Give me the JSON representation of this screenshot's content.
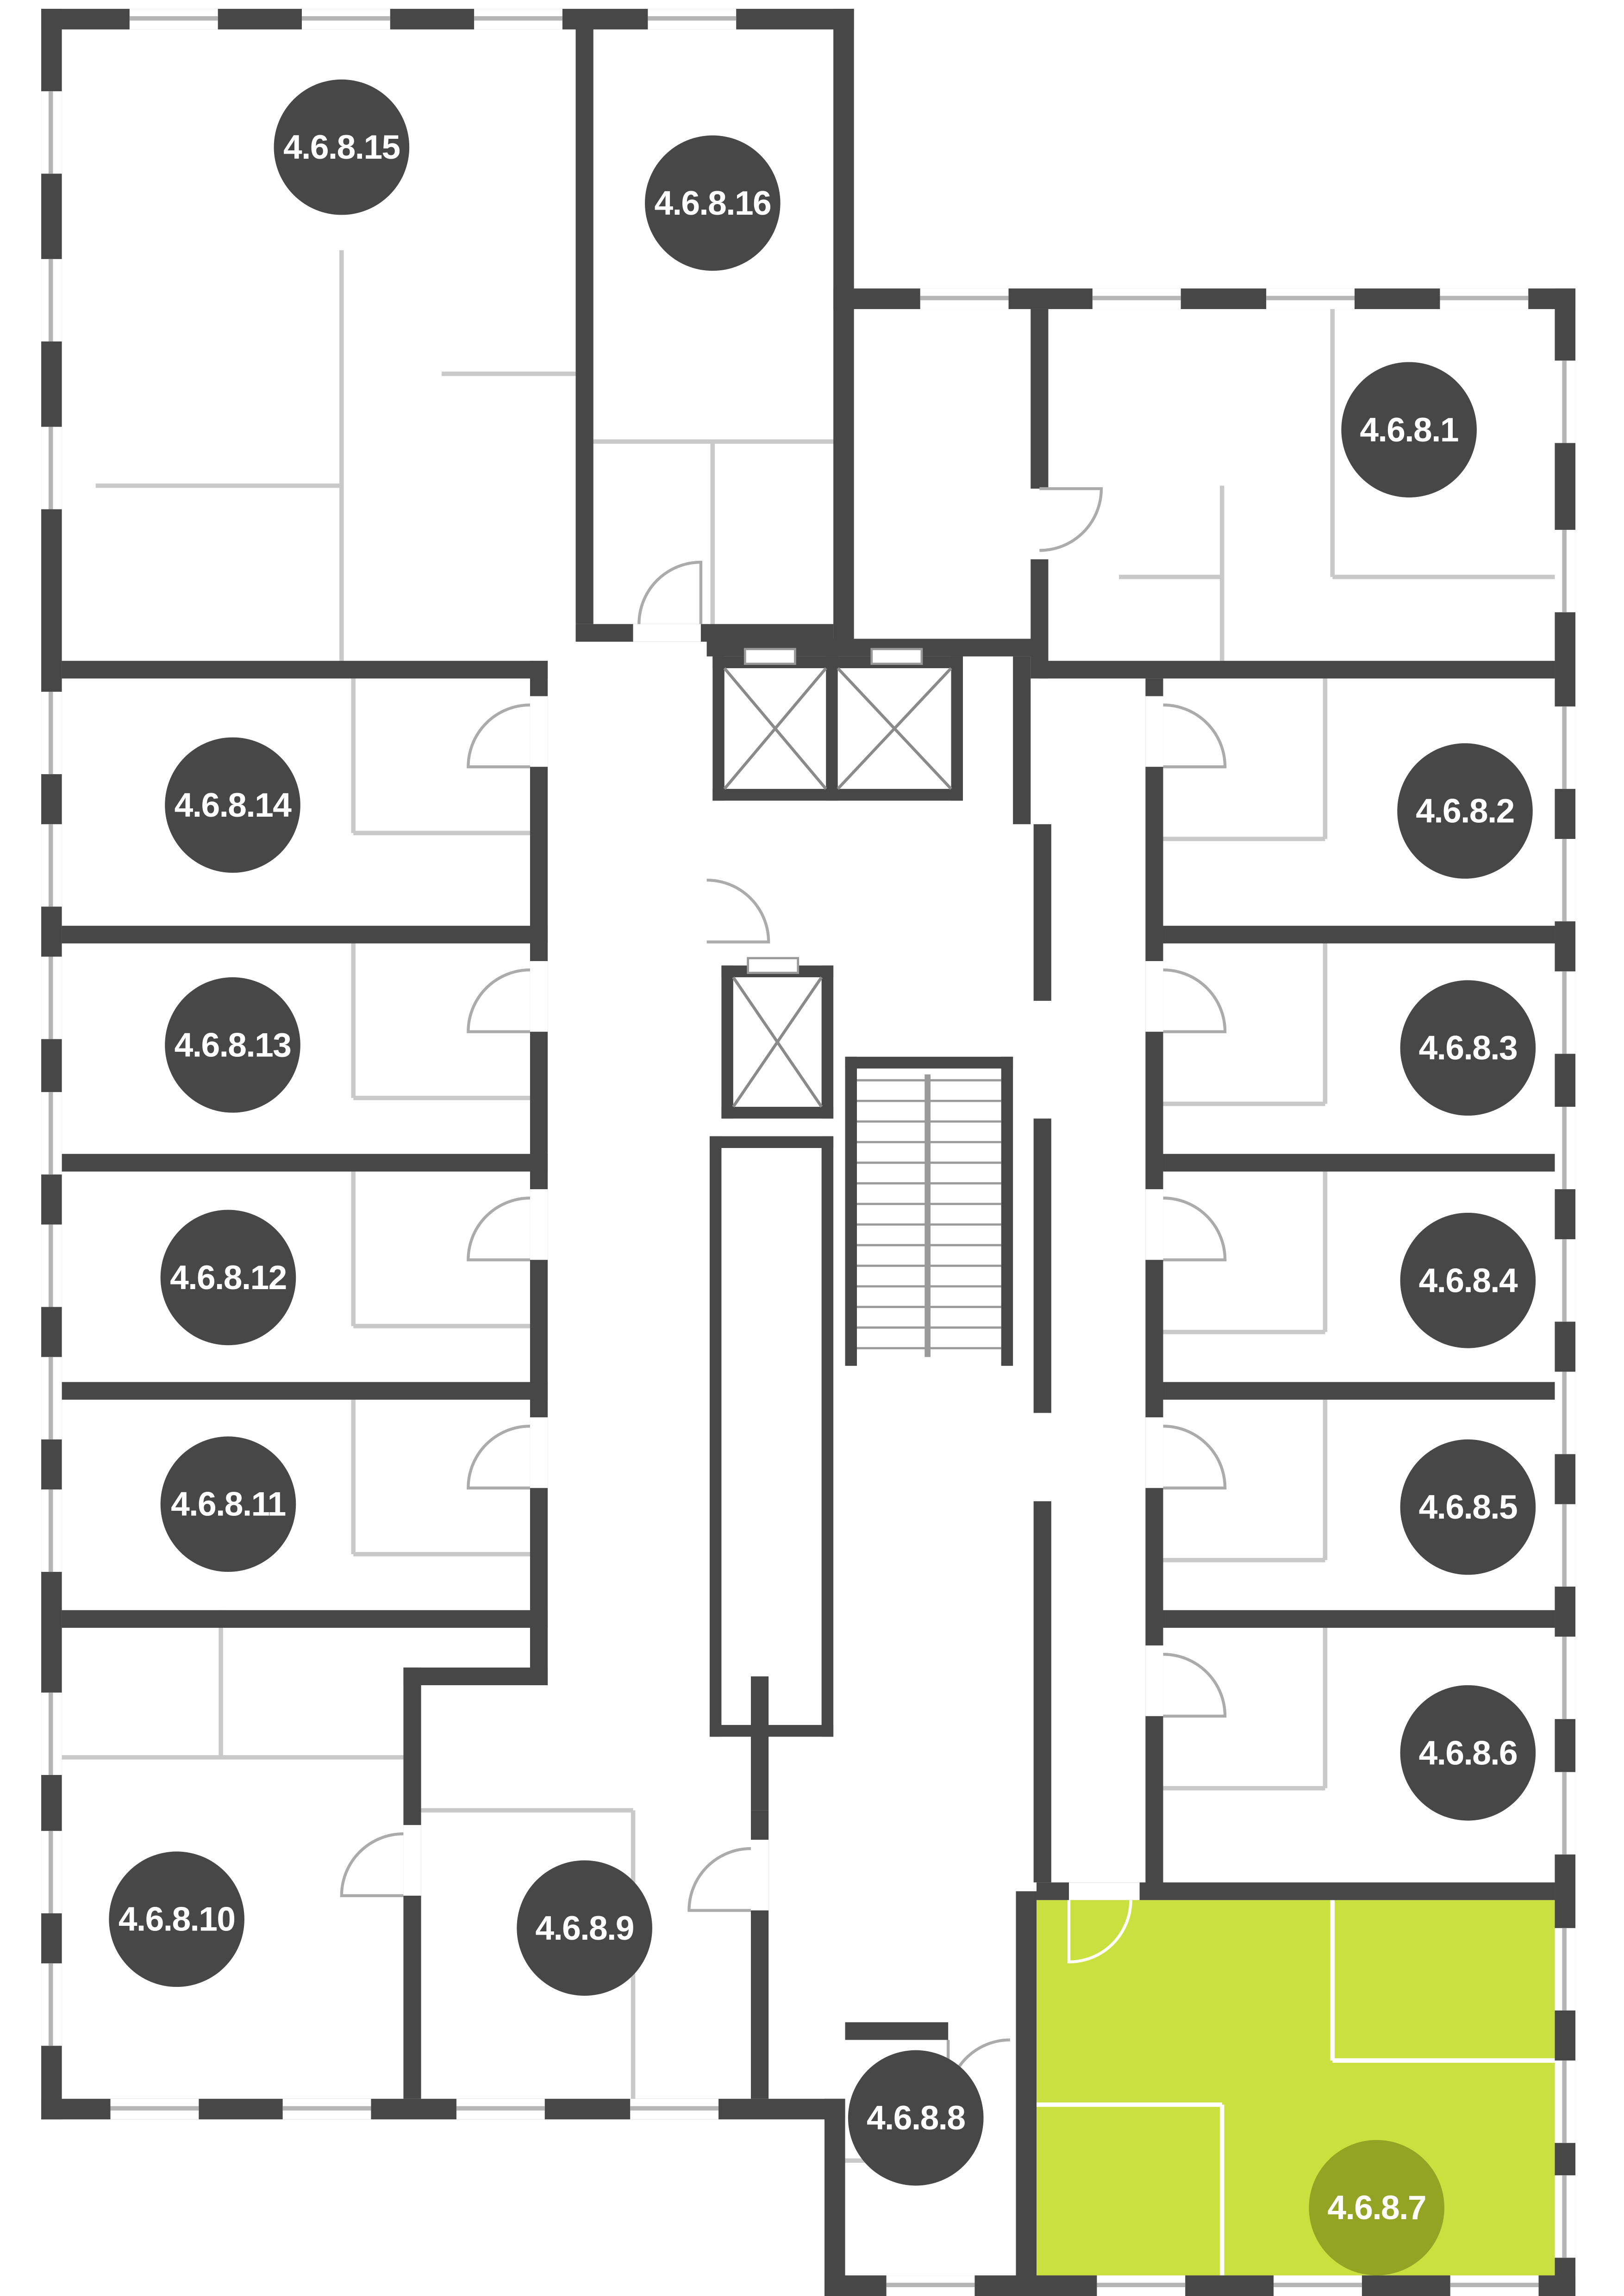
{
  "floorplan": {
    "title": "Floor plan with apartment units",
    "selected_unit": "4.6.8.7",
    "colors": {
      "wall": "#474747",
      "badge": "#474747",
      "badge_text": "#ffffff",
      "highlight": "#c9e13f",
      "highlight_badge": "#93a324",
      "partition": "#c9c9c9",
      "glazing": "#b5b5b5",
      "door": "#ababab",
      "background": "#ffffff"
    },
    "units": [
      {
        "id": "4.6.8.15",
        "label": "4.6.8.15",
        "highlighted": false
      },
      {
        "id": "4.6.8.16",
        "label": "4.6.8.16",
        "highlighted": false
      },
      {
        "id": "4.6.8.1",
        "label": "4.6.8.1",
        "highlighted": false
      },
      {
        "id": "4.6.8.14",
        "label": "4.6.8.14",
        "highlighted": false
      },
      {
        "id": "4.6.8.2",
        "label": "4.6.8.2",
        "highlighted": false
      },
      {
        "id": "4.6.8.13",
        "label": "4.6.8.13",
        "highlighted": false
      },
      {
        "id": "4.6.8.3",
        "label": "4.6.8.3",
        "highlighted": false
      },
      {
        "id": "4.6.8.12",
        "label": "4.6.8.12",
        "highlighted": false
      },
      {
        "id": "4.6.8.4",
        "label": "4.6.8.4",
        "highlighted": false
      },
      {
        "id": "4.6.8.11",
        "label": "4.6.8.11",
        "highlighted": false
      },
      {
        "id": "4.6.8.5",
        "label": "4.6.8.5",
        "highlighted": false
      },
      {
        "id": "4.6.8.6",
        "label": "4.6.8.6",
        "highlighted": false
      },
      {
        "id": "4.6.8.10",
        "label": "4.6.8.10",
        "highlighted": false
      },
      {
        "id": "4.6.8.9",
        "label": "4.6.8.9",
        "highlighted": false
      },
      {
        "id": "4.6.8.8",
        "label": "4.6.8.8",
        "highlighted": false
      },
      {
        "id": "4.6.8.7",
        "label": "4.6.8.7",
        "highlighted": true
      }
    ]
  }
}
